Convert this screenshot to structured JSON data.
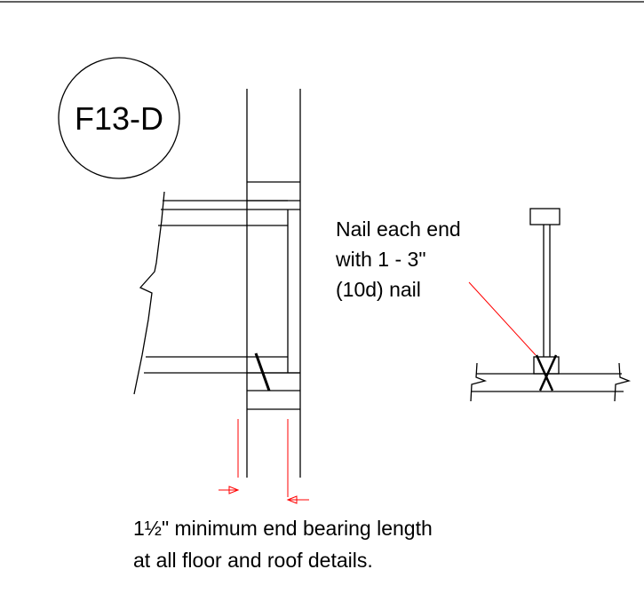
{
  "detail": {
    "tag": "F13-D"
  },
  "callout": {
    "lines": [
      "Nail each end",
      "with 1 - 3\"",
      "(10d) nail"
    ]
  },
  "caption": {
    "lines": [
      "1½\" minimum end bearing length",
      "at all floor and roof details."
    ]
  },
  "colors": {
    "linework": "#000000",
    "annotation": "#ff0000",
    "background": "#ffffff"
  }
}
